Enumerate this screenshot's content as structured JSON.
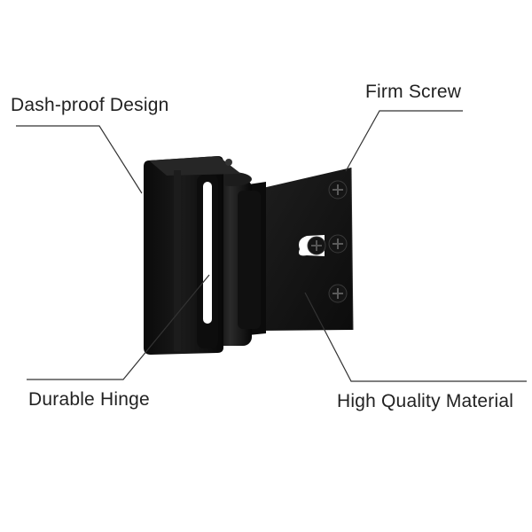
{
  "callouts": {
    "dash_proof": "Dash-proof Design",
    "firm_screw": "Firm Screw",
    "durable_hinge": "Durable Hinge",
    "material": "High Quality Material"
  },
  "colors": {
    "background": "#ffffff",
    "product": "#111111",
    "leader_line": "#333333",
    "text": "#222222"
  }
}
